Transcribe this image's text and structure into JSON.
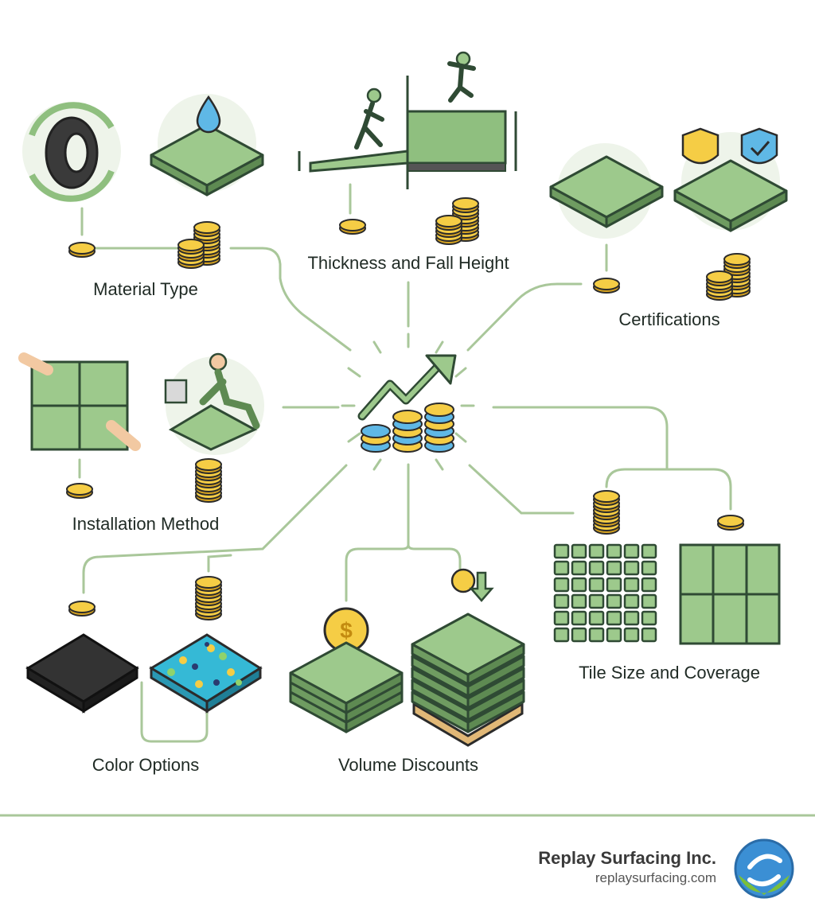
{
  "labels": {
    "material_type": "Material Type",
    "thickness": "Thickness and Fall Height",
    "certifications": "Certifications",
    "installation": "Installation Method",
    "tile_size": "Tile Size and Coverage",
    "color_options": "Color Options",
    "volume_discounts": "Volume Discounts"
  },
  "brand": {
    "name": "Replay Surfacing Inc.",
    "url": "replaysurfacing.com"
  },
  "colors": {
    "green": "#8fbf7f",
    "green_dark": "#2f4a34",
    "line": "#a9c79a",
    "gold": "#f2c53d",
    "blue": "#5fb8e6"
  },
  "icons": [
    "recycle-tire-icon",
    "water-drop-tile-icon",
    "fall-height-icon",
    "certification-badge-icon",
    "puzzle-tile-icon",
    "installer-icon",
    "cost-growth-icon",
    "small-tiles-icon",
    "large-tiles-icon",
    "black-tile-icon",
    "speckled-tile-icon",
    "dollar-coin-icon",
    "tile-stack-icon",
    "pallet-stack-icon",
    "replay-logo-icon"
  ]
}
